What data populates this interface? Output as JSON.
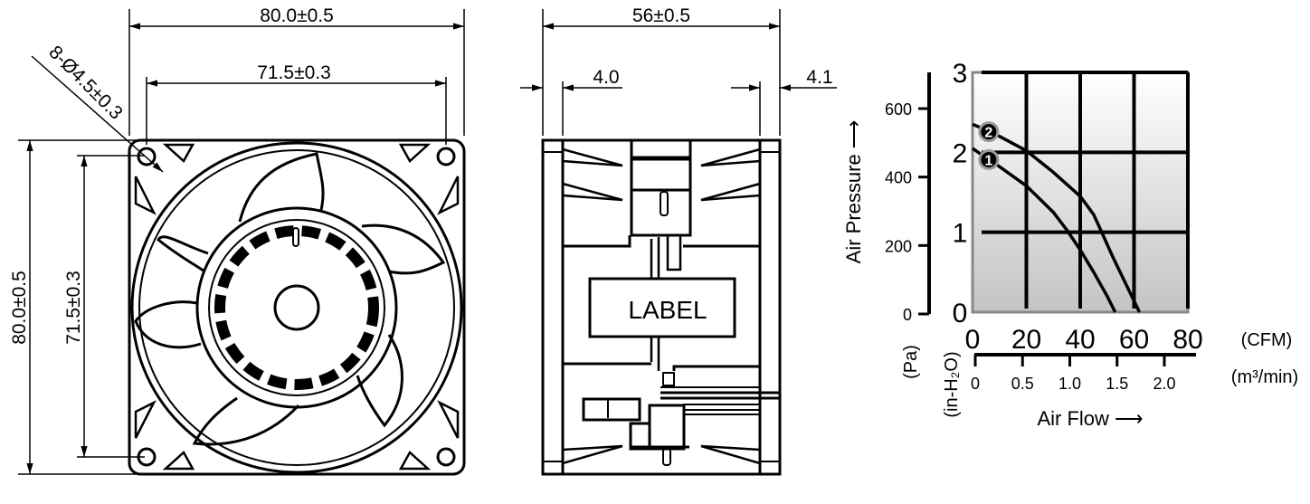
{
  "front_view": {
    "dim_width": "80.0±0.5",
    "dim_hole_spacing_h": "71.5±0.3",
    "dim_height": "80.0±0.5",
    "dim_hole_spacing_v": "71.5±0.3",
    "dim_holes": "8-Ø4.5±0.3"
  },
  "side_view": {
    "dim_depth": "56±0.5",
    "dim_left_flange": "4.0",
    "dim_right_flange": "4.1",
    "label_text": "LABEL"
  },
  "chart_data": {
    "type": "line",
    "ylabel": "Air Pressure ⟶",
    "xlabel": "Air Flow ⟶",
    "x_unit_primary": "(CFM)",
    "x_unit_secondary": "(m³/min)",
    "y_unit_primary": "(in-H₂O)",
    "y_unit_secondary": "(Pa)",
    "xlim": [
      0,
      80
    ],
    "ylim": [
      0,
      3
    ],
    "x_ticks": [
      "0",
      "20",
      "40",
      "60",
      "80"
    ],
    "y_ticks": [
      "0",
      "1",
      "2",
      "3"
    ],
    "pa_ticks": [
      "0",
      "200",
      "400",
      "600"
    ],
    "m3_ticks": [
      "0",
      "0.5",
      "1.0",
      "1.5",
      "2.0"
    ],
    "grid": true,
    "series": [
      {
        "name": "1",
        "x": [
          0,
          5,
          10,
          20,
          30,
          35,
          40,
          45,
          50,
          53
        ],
        "y": [
          2.05,
          1.93,
          1.82,
          1.58,
          1.25,
          1.03,
          0.78,
          0.5,
          0.2,
          0.0
        ]
      },
      {
        "name": "2",
        "x": [
          0,
          5,
          10,
          20,
          30,
          40,
          45,
          48,
          52,
          57,
          62
        ],
        "y": [
          2.35,
          2.28,
          2.2,
          2.02,
          1.75,
          1.45,
          1.22,
          1.0,
          0.7,
          0.35,
          0.0
        ]
      }
    ]
  }
}
